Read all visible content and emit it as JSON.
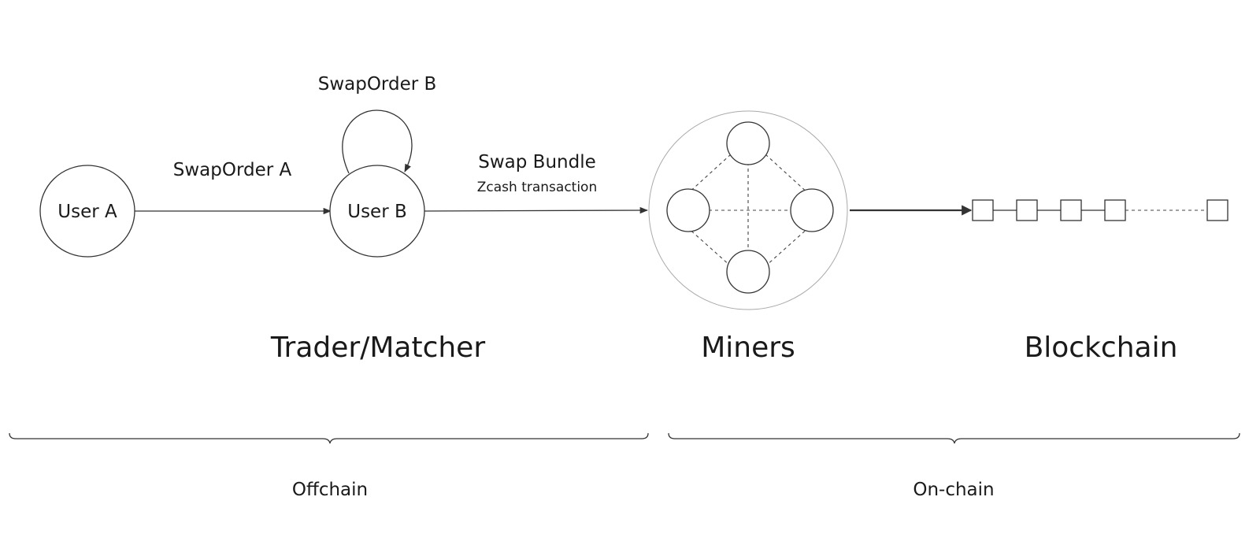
{
  "nodes": {
    "user_a": "User A",
    "user_b": "User B"
  },
  "edges": {
    "swap_order_a": "SwapOrder A",
    "swap_order_b": "SwapOrder B",
    "swap_bundle": "Swap Bundle",
    "zcash_transaction": "Zcash transaction"
  },
  "sections": {
    "trader_matcher": "Trader/Matcher",
    "miners": "Miners",
    "blockchain": "Blockchain"
  },
  "zones": {
    "offchain": "Offchain",
    "onchain": "On-chain"
  },
  "colors": {
    "stroke": "#333333",
    "background": "#ffffff",
    "miners_pool_outline": "#aaaaaa"
  }
}
